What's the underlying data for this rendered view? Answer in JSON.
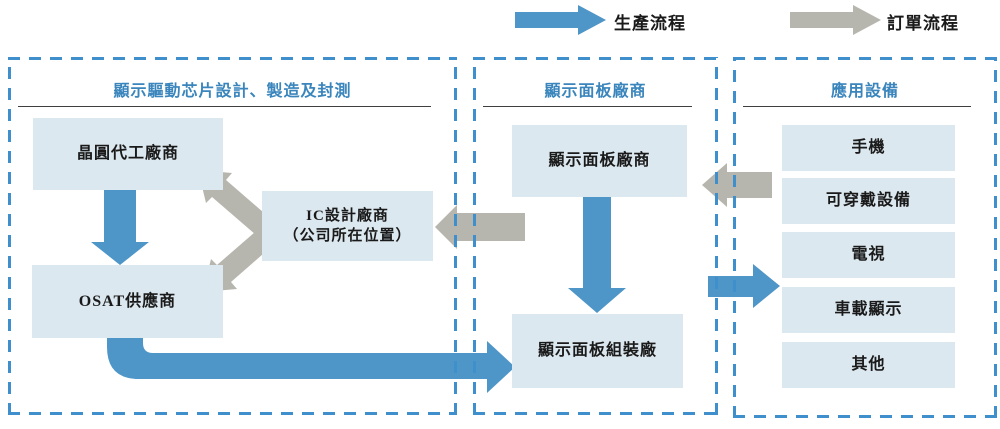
{
  "legend": {
    "production_label": "生產流程",
    "order_label": "訂單流程"
  },
  "sections": {
    "design": {
      "title": "顯示驅動芯片設計、製造及封測",
      "nodes": {
        "foundry": "晶圓代工廠商",
        "ic_line1": "IC設計廠商",
        "ic_line2": "（公司所在位置）",
        "osat": "OSAT供應商"
      }
    },
    "panel": {
      "title": "顯示面板廠商",
      "nodes": {
        "maker": "顯示面板廠商",
        "assembly": "顯示面板組裝廠"
      }
    },
    "apps": {
      "title": "應用設備",
      "items": [
        "手機",
        "可穿戴設備",
        "電視",
        "車載顯示",
        "其他"
      ]
    }
  },
  "colors": {
    "production_arrow": "#4E95C8",
    "order_arrow": "#B7B6AE",
    "node_fill": "#DCE8EF",
    "dashed_border": "#3E8FCC",
    "section_title": "#3985BC",
    "underline": "#3F3F3F",
    "text": "#1A1A1A"
  }
}
